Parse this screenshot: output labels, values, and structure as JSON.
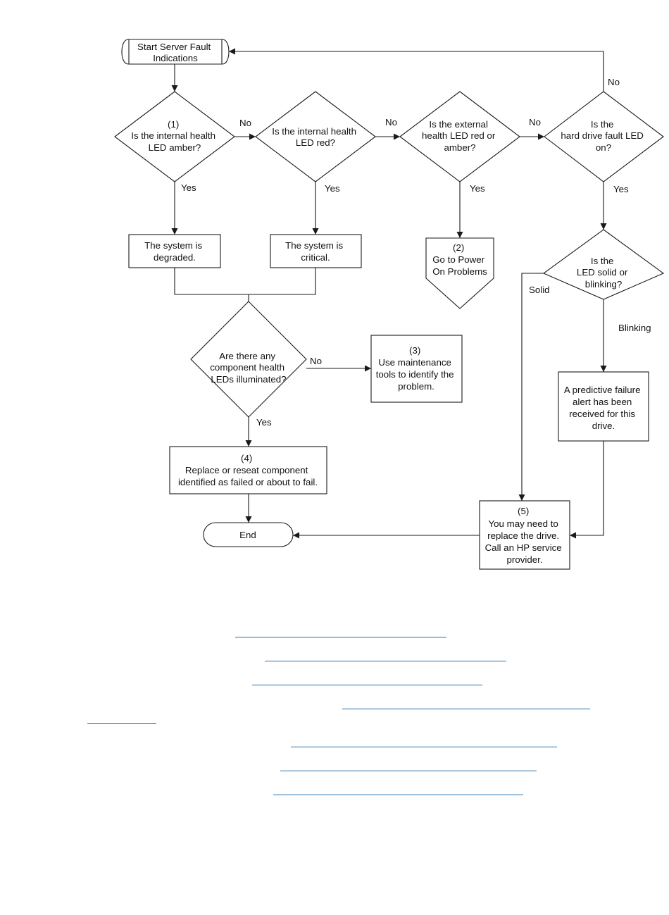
{
  "flowchart": {
    "nodes": {
      "start": [
        "Start Server Fault",
        "Indications"
      ],
      "d1": [
        "(1)",
        "Is the internal health",
        "LED amber?"
      ],
      "d2": [
        "Is the internal health",
        "LED red?"
      ],
      "d3": [
        "Is the external",
        "health LED red or",
        "amber?"
      ],
      "d4": [
        "Is the",
        "hard drive fault LED",
        "on?"
      ],
      "degraded": [
        "The system is",
        "degraded."
      ],
      "critical": [
        "The system is",
        "critical."
      ],
      "power": [
        "(2)",
        "Go to Power",
        "On Problems"
      ],
      "d5": [
        "Is the",
        "LED solid or",
        "blinking?"
      ],
      "d6": [
        "Are there any",
        "component health",
        "LEDs illuminated?"
      ],
      "maint": [
        "(3)",
        "Use maintenance",
        "tools to identify the",
        "problem."
      ],
      "replace": [
        "(4)",
        "Replace or reseat component",
        "identified as failed or about to fail."
      ],
      "predictive": [
        "A predictive failure",
        "alert has been",
        "received for this",
        "drive."
      ],
      "drive": [
        "(5)",
        "You may need to",
        "replace the drive.",
        "Call an HP service",
        "provider."
      ],
      "end": [
        "End"
      ]
    },
    "edge_labels": {
      "d4_no": "No",
      "d1_no": "No",
      "d2_no": "No",
      "d3_no": "No",
      "d1_yes": "Yes",
      "d2_yes": "Yes",
      "d3_yes": "Yes",
      "d4_yes": "Yes",
      "d5_solid": "Solid",
      "d5_blinking": "Blinking",
      "d6_no": "No",
      "d6_yes": "Yes"
    }
  },
  "links_section": {
    "link_count": 7,
    "link_color": "#1f6fae"
  }
}
